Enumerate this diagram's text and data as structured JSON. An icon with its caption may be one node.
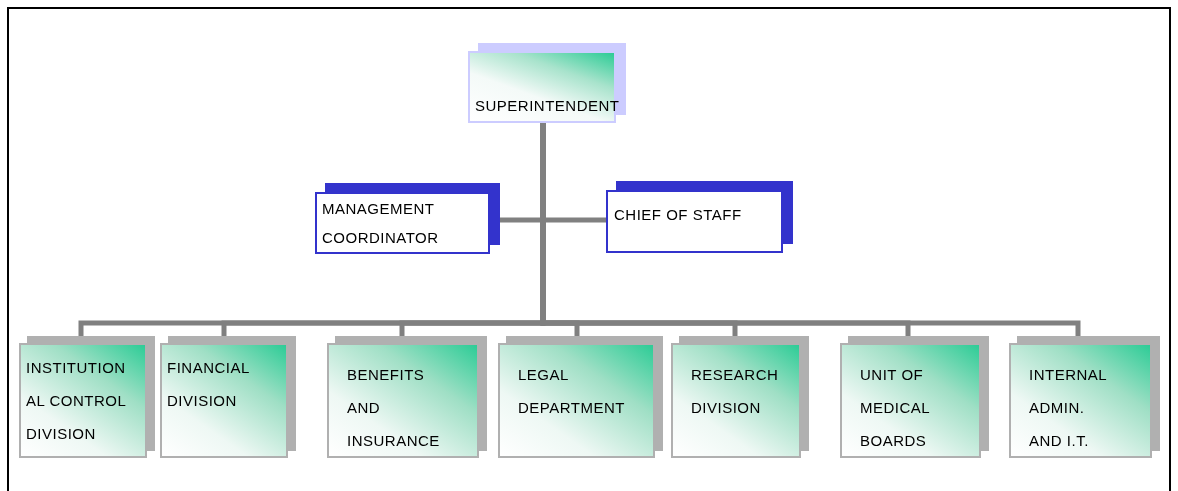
{
  "diagram": {
    "nodes": [
      {
        "text": [
          "SUPERINTENDENT"
        ]
      },
      {
        "text": [
          "MANAGEMENT COORDINATOR"
        ]
      },
      {
        "text": [
          "CHIEF OF STAFF"
        ]
      },
      {
        "text": [
          "INSTITUTION AL CONTROL DIVISION"
        ]
      },
      {
        "text": [
          "FINANCIAL DIVISION"
        ]
      },
      {
        "text": [
          "BENEFITS AND INSURANCE"
        ]
      },
      {
        "text": [
          "LEGAL DEPARTMENT"
        ]
      },
      {
        "text": [
          "RESEARCH DIVISION"
        ]
      },
      {
        "text": [
          "UNIT OF MEDICAL BOARDS"
        ]
      },
      {
        "text": [
          "INTERNAL ADMIN. AND I.T."
        ]
      }
    ],
    "edges": [
      {
        "from": 0,
        "to": 1,
        "arrow": "none"
      },
      {
        "from": 0,
        "to": 2,
        "arrow": "none"
      },
      {
        "from": 0,
        "to": 3,
        "arrow": "none"
      },
      {
        "from": 0,
        "to": 4,
        "arrow": "none"
      },
      {
        "from": 0,
        "to": 5,
        "arrow": "none"
      },
      {
        "from": 0,
        "to": 6,
        "arrow": "none"
      },
      {
        "from": 0,
        "to": 7,
        "arrow": "none"
      },
      {
        "from": 0,
        "to": 8,
        "arrow": "none"
      },
      {
        "from": 0,
        "to": 9,
        "arrow": "none"
      }
    ]
  }
}
